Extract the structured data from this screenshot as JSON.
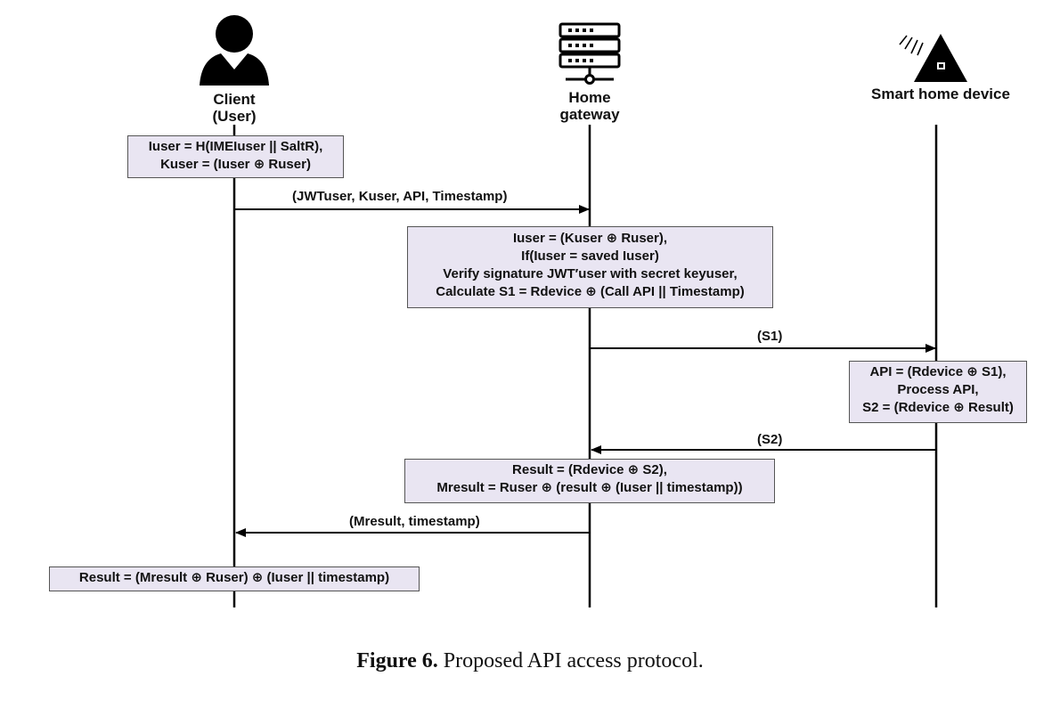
{
  "actors": {
    "client": {
      "label_line1": "Client",
      "label_line2": "(User)",
      "icon": "person-icon"
    },
    "gateway": {
      "label_line1": "Home",
      "label_line2": "gateway",
      "icon": "server-icon"
    },
    "device": {
      "label": "Smart home device",
      "icon": "smart-home-device-icon"
    }
  },
  "boxes": {
    "client_init": [
      "Iuser = H(IMEIuser || SaltR),",
      "Kuser = (Iuser ⊕ Ruser)"
    ],
    "gateway_verify": [
      "Iuser = (Kuser ⊕ Ruser),",
      "If(Iuser = saved Iuser)",
      "Verify signature JWT′user with secret keyuser,",
      "Calculate S1 = Rdevice ⊕ (Call API || Timestamp)"
    ],
    "device_process": [
      "API = (Rdevice ⊕ S1),",
      "Process API,",
      "S2 = (Rdevice ⊕ Result)"
    ],
    "gateway_result": [
      "Result = (Rdevice ⊕ S2),",
      "Mresult = Ruser ⊕ (result ⊕ (Iuser || timestamp))"
    ],
    "client_result": [
      "Result = (Mresult ⊕ Ruser) ⊕ (Iuser || timestamp)"
    ]
  },
  "messages": {
    "m1": "(JWTuser, Kuser, API, Timestamp)",
    "m2": "(S1)",
    "m3": "(S2)",
    "m4": "(Mresult, timestamp)"
  },
  "caption": {
    "label": "Figure 6.",
    "text": " Proposed API access protocol."
  }
}
